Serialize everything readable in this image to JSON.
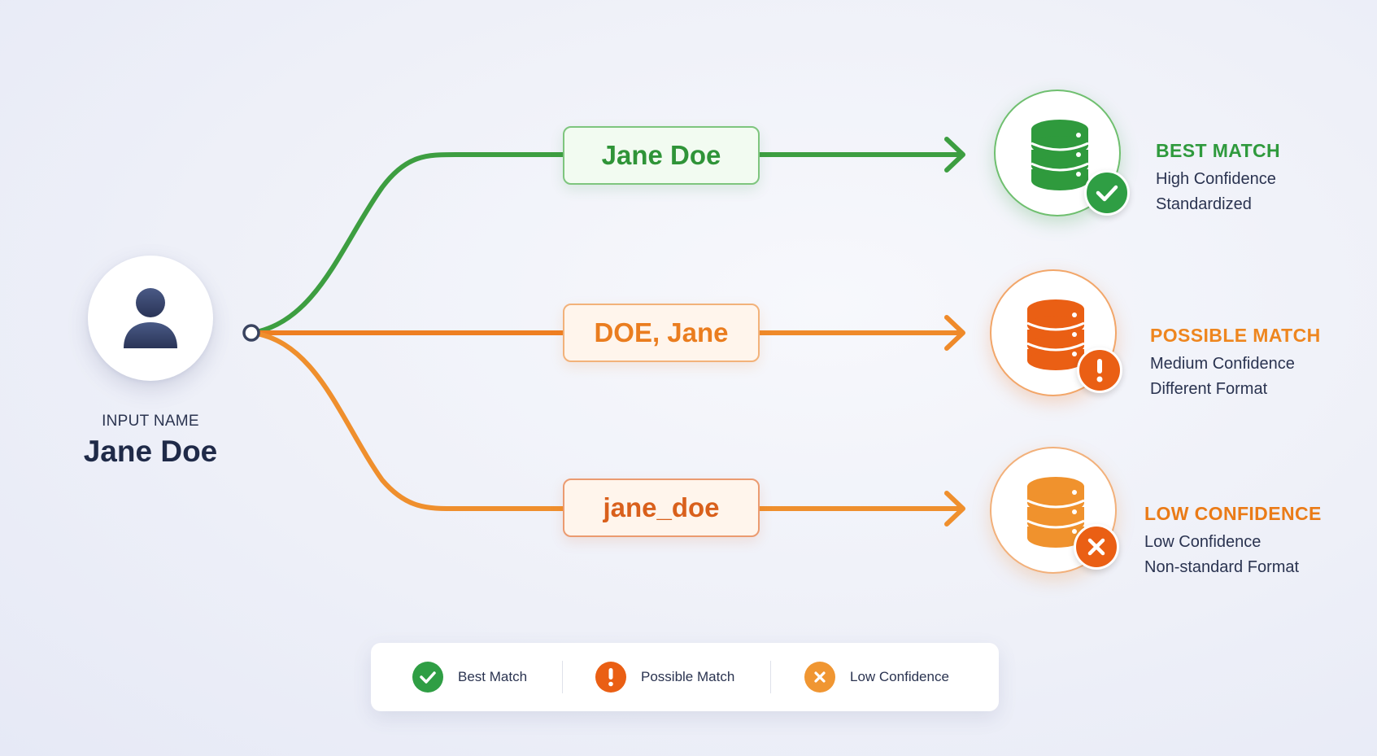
{
  "input": {
    "label": "INPUT NAME",
    "name": "Jane Doe",
    "icon": "person-icon"
  },
  "variants": [
    {
      "text": "Jane Doe",
      "color": "#3a9a44",
      "result_title": "BEST MATCH",
      "line1": "High Confidence",
      "line2": "Standardized",
      "badge_icon": "check-icon"
    },
    {
      "text": "DOE, Jane",
      "color": "#ee7f22",
      "result_title": "POSSIBLE MATCH",
      "line1": "Medium Confidence",
      "line2": "Different Format",
      "badge_icon": "exclamation-icon"
    },
    {
      "text": "jane_doe",
      "color": "#ef8f2d",
      "result_title": "LOW CONFIDENCE",
      "line1": "Low Confidence",
      "line2": "Non-standard Format",
      "badge_icon": "x-icon"
    }
  ],
  "legend": [
    {
      "label": "Best Match",
      "color": "#2f9e44",
      "icon": "check-icon"
    },
    {
      "label": "Possible Match",
      "color": "#ea5f14",
      "icon": "exclamation-icon"
    },
    {
      "label": "Low Confidence",
      "color": "#f09632",
      "icon": "x-icon"
    }
  ]
}
